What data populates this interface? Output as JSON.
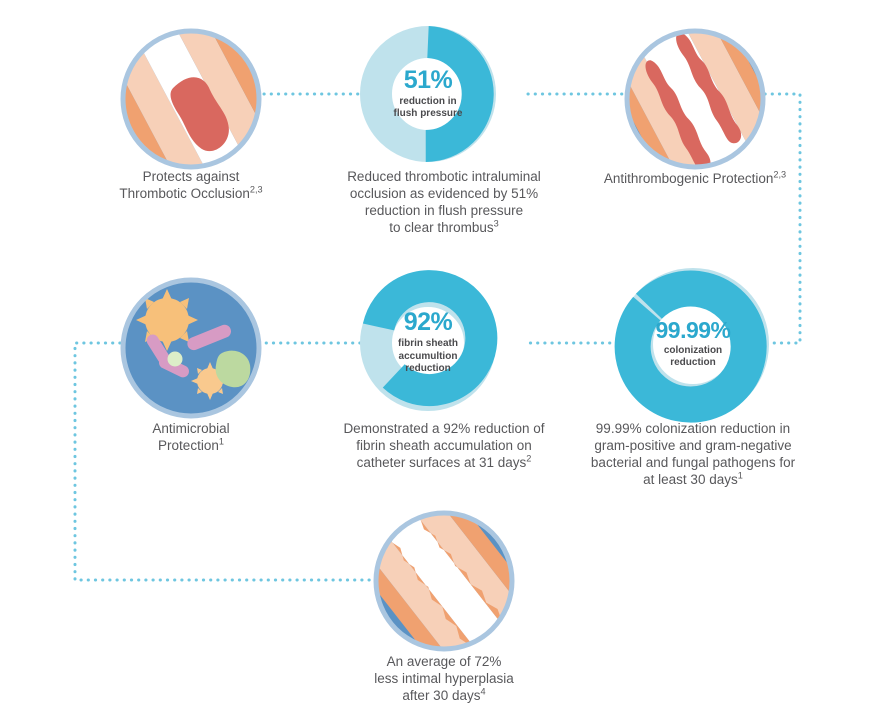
{
  "colors": {
    "teal": "#3bb8d8",
    "teal_light": "#bfe2ec",
    "teal_text": "#2ba8cd",
    "dot": "#6ec6e0",
    "ring_stroke": "#aac6e0",
    "blue_bg": "#5b92c4",
    "peach": "#f7d0b8",
    "orange": "#f0a170",
    "red": "#d9685f",
    "white": "#ffffff",
    "microbe_orange": "#f7c07a",
    "microbe_pink": "#d79bc4",
    "microbe_green": "#bcd9a0",
    "text": "#58585b"
  },
  "nodes": {
    "thrombotic_occlusion": {
      "icon": "artery-thrombus-icon",
      "caption": "Protects against\nThrombotic Occlusion",
      "caption_sup": "2,3"
    },
    "flush_pressure": {
      "icon": "donut-chart-51",
      "center_value": "51%",
      "center_label": "reduction in\nflush pressure",
      "caption": "Reduced thrombotic intraluminal\nocclusion as evidenced by 51%\nreduction in flush pressure\nto clear thrombus",
      "caption_sup": "3"
    },
    "antithrombogenic": {
      "icon": "artery-clear-icon",
      "caption": "Antithrombogenic Protection",
      "caption_sup": "2,3"
    },
    "antimicrobial": {
      "icon": "microbes-icon",
      "caption": "Antimicrobial\nProtection",
      "caption_sup": "1"
    },
    "fibrin_sheath": {
      "icon": "donut-chart-92",
      "center_value": "92%",
      "center_label": "fibrin sheath\naccumultion\nreduction",
      "caption": "Demonstrated a 92% reduction of\nfibrin sheath accumulation on\ncatheter surfaces at 31 days",
      "caption_sup": "2"
    },
    "colonization": {
      "icon": "donut-chart-99",
      "center_value": "99.99%",
      "center_label": "colonization\nreduction",
      "caption": "99.99% colonization reduction in\ngram-positive and gram-negative\nbacterial and fungal pathogens for\nat least 30 days",
      "caption_sup": "1"
    },
    "intimal_hyperplasia": {
      "icon": "artery-hyperplasia-icon",
      "caption": "An average of 72%\nless intimal hyperplasia\nafter 30 days",
      "caption_sup": "4"
    }
  },
  "chart_data": [
    {
      "type": "pie",
      "name": "flush-pressure-donut",
      "title": "51% reduction in flush pressure",
      "labels": [
        "reduction in flush pressure",
        "remaining"
      ],
      "values": [
        51,
        49
      ],
      "colors": [
        "#3bb8d8",
        "#bfe2ec"
      ],
      "center_text": "51%",
      "donut": true
    },
    {
      "type": "pie",
      "name": "fibrin-sheath-donut",
      "title": "92% fibrin sheath accumulation reduction",
      "labels": [
        "fibrin sheath accumulation reduction",
        "remaining"
      ],
      "values": [
        92,
        8
      ],
      "colors": [
        "#3bb8d8",
        "#bfe2ec"
      ],
      "center_text": "92%",
      "donut": true
    },
    {
      "type": "pie",
      "name": "colonization-donut",
      "title": "99.99% colonization reduction",
      "labels": [
        "colonization reduction",
        "remaining"
      ],
      "values": [
        99.99,
        0.01
      ],
      "colors": [
        "#3bb8d8",
        "#bfe2ec"
      ],
      "center_text": "99.99%",
      "donut": true
    }
  ]
}
